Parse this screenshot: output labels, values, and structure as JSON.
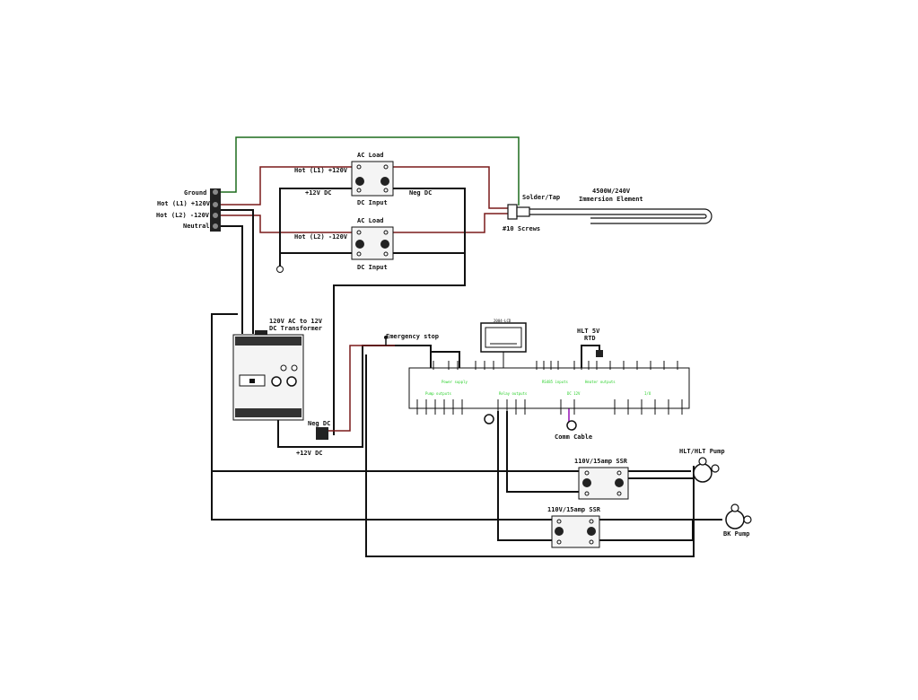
{
  "labels": {
    "ground": "Ground",
    "hot_l1_left": "Hot (L1) +120V",
    "hot_l2_left": "Hot (L2) -120V",
    "neutral": "Neutral",
    "ac_load_top": "AC Load",
    "hot_l1_right": "Hot (L1) +120V",
    "pos12_top": "+12V DC",
    "dc_input_top": "DC Input",
    "neg_dc_top": "Neg DC",
    "ac_load_bottom": "AC Load",
    "hot_l2_right": "Hot (L2) -120V",
    "dc_input_bottom": "DC Input",
    "solder_tap": "Solder/Tap",
    "element_power": "4500W/240V",
    "element_name": "Immersion Element",
    "screws": "#10 Screws",
    "transformer_line1": "120V AC to 12V",
    "transformer_line2": "DC Transformer",
    "neg_dc_low": "Neg DC",
    "pos12_low": "+12V DC",
    "emergency_stop": "Emergency stop",
    "hlt_rtd_line1": "HLT 5V",
    "hlt_rtd_line2": "RTD",
    "comm_cable": "Comm Cable",
    "ssr_upper": "110V/15amp SSR",
    "ssr_lower": "110V/15amp SSR",
    "hlt_pump": "HLT/HLT Pump",
    "bk_pump": "BK Pump",
    "lcd_label": "2004-LCD"
  },
  "board_labels": [
    "Power supply",
    "RS485 inputs",
    "Heater outputs",
    "Pump outputs",
    "Relay outputs",
    "DC 12V",
    "I/O"
  ],
  "colors": {
    "wire_black": "#111111",
    "wire_red": "#7a1a1a",
    "wire_green": "#1d6b1d",
    "board_text": "#2bd02b",
    "comm_cable": "#b04cc8"
  }
}
